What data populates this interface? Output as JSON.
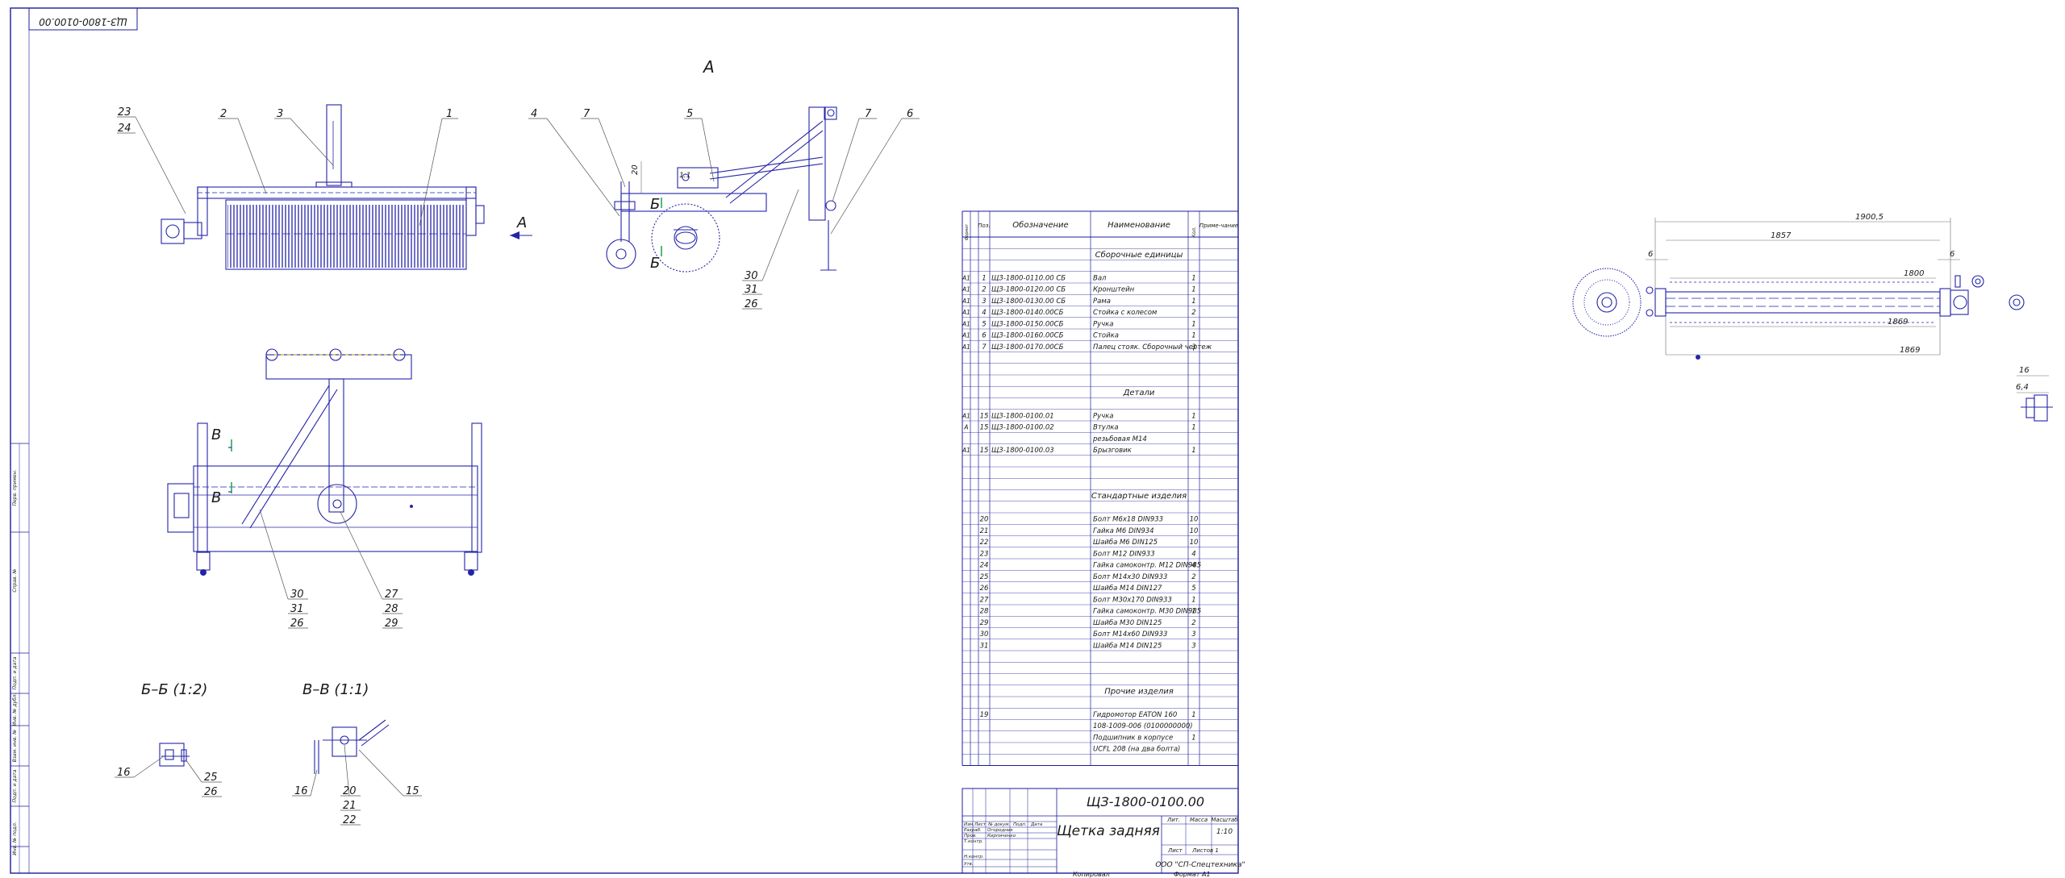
{
  "sheet": {
    "stamp_code": "ЩЗ-1800-0100.00",
    "format": "Формат  А1",
    "copied": "Копировал"
  },
  "side_strip": {
    "labels": [
      "Перв. примен.",
      "Справ. №",
      "Подп. и дата",
      "Инв. № дубл.",
      "Взам. инв. №",
      "Подп. и дата",
      "Инв. № подл."
    ]
  },
  "views": {
    "view_a": "А",
    "arrow_a": "А",
    "label_b_top": "Б",
    "label_b_bottom": "Б",
    "label_v_top": "В",
    "label_v_bottom": "В",
    "dim_20": "20",
    "scale_11": "1:1",
    "section_bb": "Б–Б (1:2)",
    "section_vv": "В–В (1:1)"
  },
  "callouts": {
    "c23": "23",
    "c24": "24",
    "c2": "2",
    "c3": "3",
    "c1": "1",
    "c4": "4",
    "c7a": "7",
    "c5": "5",
    "c7b": "7",
    "c6": "6",
    "c30a": "30",
    "c31a": "31",
    "c26a": "26",
    "c30b": "30",
    "c31b": "31",
    "c26b": "26",
    "c27": "27",
    "c28": "28",
    "c29": "29",
    "c16a": "16",
    "c25": "25",
    "c26c": "26",
    "c16b": "16",
    "c20": "20",
    "c21": "21",
    "c22": "22",
    "c15": "15"
  },
  "spec": {
    "headers": {
      "format": "Формат",
      "zone": "Поз.",
      "designation": "Обозначение",
      "name": "Наименование",
      "qty": "Кол.",
      "note": "Приме-чание"
    },
    "rows": [
      {
        "f": "",
        "p": "",
        "d": "",
        "n": "",
        "q": ""
      },
      {
        "f": "",
        "p": "",
        "d": "",
        "n": "Сборочные единицы",
        "q": "",
        "section": true
      },
      {
        "f": "",
        "p": "",
        "d": "",
        "n": "",
        "q": ""
      },
      {
        "f": "А1",
        "p": "1",
        "d": "ЩЗ-1800-0110.00 СБ",
        "n": "Вал",
        "q": "1"
      },
      {
        "f": "А1",
        "p": "2",
        "d": "ЩЗ-1800-0120.00 СБ",
        "n": "Кронштейн",
        "q": "1"
      },
      {
        "f": "А1",
        "p": "3",
        "d": "ЩЗ-1800-0130.00 СБ",
        "n": "Рама",
        "q": "1"
      },
      {
        "f": "А1",
        "p": "4",
        "d": "ЩЗ-1800-0140.00СБ",
        "n": "Стойка с колесом",
        "q": "2"
      },
      {
        "f": "А1",
        "p": "5",
        "d": "ЩЗ-1800-0150.00СБ",
        "n": "Ручка",
        "q": "1"
      },
      {
        "f": "А1",
        "p": "6",
        "d": "ЩЗ-1800-0160.00СБ",
        "n": "Стойка",
        "q": "1"
      },
      {
        "f": "А1",
        "p": "7",
        "d": "ЩЗ-1800-0170.00СБ",
        "n": "Палец стояк. Сборочный чертеж",
        "q": "3"
      },
      {
        "f": "",
        "p": "",
        "d": "",
        "n": "",
        "q": ""
      },
      {
        "f": "",
        "p": "",
        "d": "",
        "n": "",
        "q": ""
      },
      {
        "f": "",
        "p": "",
        "d": "",
        "n": "",
        "q": ""
      },
      {
        "f": "",
        "p": "",
        "d": "",
        "n": "Детали",
        "q": "",
        "section": true
      },
      {
        "f": "",
        "p": "",
        "d": "",
        "n": "",
        "q": ""
      },
      {
        "f": "А1",
        "p": "15",
        "d": "ЩЗ-1800-0100.01",
        "n": "Ручка",
        "q": "1"
      },
      {
        "f": "А",
        "p": "15",
        "d": "ЩЗ-1800-0100.02",
        "n": "Втулка",
        "q": "1"
      },
      {
        "f": "",
        "p": "",
        "d": "",
        "n": "резьбовая М14",
        "q": ""
      },
      {
        "f": "А1",
        "p": "15",
        "d": "ЩЗ-1800-0100.03",
        "n": "Брызговик",
        "q": "1"
      },
      {
        "f": "",
        "p": "",
        "d": "",
        "n": "",
        "q": ""
      },
      {
        "f": "",
        "p": "",
        "d": "",
        "n": "",
        "q": ""
      },
      {
        "f": "",
        "p": "",
        "d": "",
        "n": "",
        "q": ""
      },
      {
        "f": "",
        "p": "",
        "d": "",
        "n": "Стандартные изделия",
        "q": "",
        "section": true
      },
      {
        "f": "",
        "p": "",
        "d": "",
        "n": "",
        "q": ""
      },
      {
        "f": "",
        "p": "20",
        "d": "",
        "n": "Болт М6х18 DIN933",
        "q": "10"
      },
      {
        "f": "",
        "p": "21",
        "d": "",
        "n": "Гайка М6 DIN934",
        "q": "10"
      },
      {
        "f": "",
        "p": "22",
        "d": "",
        "n": "Шайба М6 DIN125",
        "q": "10"
      },
      {
        "f": "",
        "p": "23",
        "d": "",
        "n": "Болт М12 DIN933",
        "q": "4"
      },
      {
        "f": "",
        "p": "24",
        "d": "",
        "n": "Гайка самоконтр. М12 DIN985",
        "q": "4"
      },
      {
        "f": "",
        "p": "25",
        "d": "",
        "n": "Болт М14х30 DIN933",
        "q": "2"
      },
      {
        "f": "",
        "p": "26",
        "d": "",
        "n": "Шайба М14 DIN127",
        "q": "5"
      },
      {
        "f": "",
        "p": "27",
        "d": "",
        "n": "Болт М30х170 DIN933",
        "q": "1"
      },
      {
        "f": "",
        "p": "28",
        "d": "",
        "n": "Гайка самоконтр. М30 DIN985",
        "q": "1"
      },
      {
        "f": "",
        "p": "29",
        "d": "",
        "n": "Шайба М30 DIN125",
        "q": "2"
      },
      {
        "f": "",
        "p": "30",
        "d": "",
        "n": "Болт М14х60 DIN933",
        "q": "3"
      },
      {
        "f": "",
        "p": "31",
        "d": "",
        "n": "Шайба М14 DIN125",
        "q": "3"
      },
      {
        "f": "",
        "p": "",
        "d": "",
        "n": "",
        "q": ""
      },
      {
        "f": "",
        "p": "",
        "d": "",
        "n": "",
        "q": ""
      },
      {
        "f": "",
        "p": "",
        "d": "",
        "n": "",
        "q": ""
      },
      {
        "f": "",
        "p": "",
        "d": "",
        "n": "Прочие изделия",
        "q": "",
        "section": true
      },
      {
        "f": "",
        "p": "",
        "d": "",
        "n": "",
        "q": ""
      },
      {
        "f": "",
        "p": "19",
        "d": "",
        "n": "Гидромотор EATON 160",
        "q": "1"
      },
      {
        "f": "",
        "p": "",
        "d": "",
        "n": "108-1009-006 (0100000000)",
        "q": ""
      },
      {
        "f": "",
        "p": "",
        "d": "",
        "n": "Подшипник в корпусе",
        "q": "1"
      },
      {
        "f": "",
        "p": "",
        "d": "",
        "n": "UCFL 208 (на два болта)",
        "q": ""
      },
      {
        "f": "",
        "p": "",
        "d": "",
        "n": "",
        "q": ""
      }
    ]
  },
  "title_block": {
    "designation": "ЩЗ-1800-0100.00",
    "name": "Щетка задняя",
    "company": "ООО \"СП-Спецтехника\"",
    "lit": "Лит.",
    "mass": "Масса",
    "scale_label": "Масштаб",
    "scale_value": "1:10",
    "sheet": "Лист",
    "sheets": "Листов   1",
    "col_izm": "Изм.",
    "col_list": "Лист",
    "col_doc": "№ докум.",
    "col_sign": "Подп.",
    "col_date": "Дата",
    "razrab": "Разраб.",
    "prov": "Пров.",
    "t_kontr": "Т.контр.",
    "n_kontr": "Н.контр.",
    "utv": "Утв.",
    "razrab_name": "Огородник",
    "prov_name": "Кирпиченко"
  },
  "second_sheet": {
    "dim_1900": "1900,5",
    "dim_1857": "1857",
    "dim_1800": "1800",
    "dim_1869a": "1869",
    "dim_1869b": "1869",
    "dim_6a": "6",
    "dim_6b": "6",
    "dim_16": "16",
    "dim_64": "6,4"
  }
}
